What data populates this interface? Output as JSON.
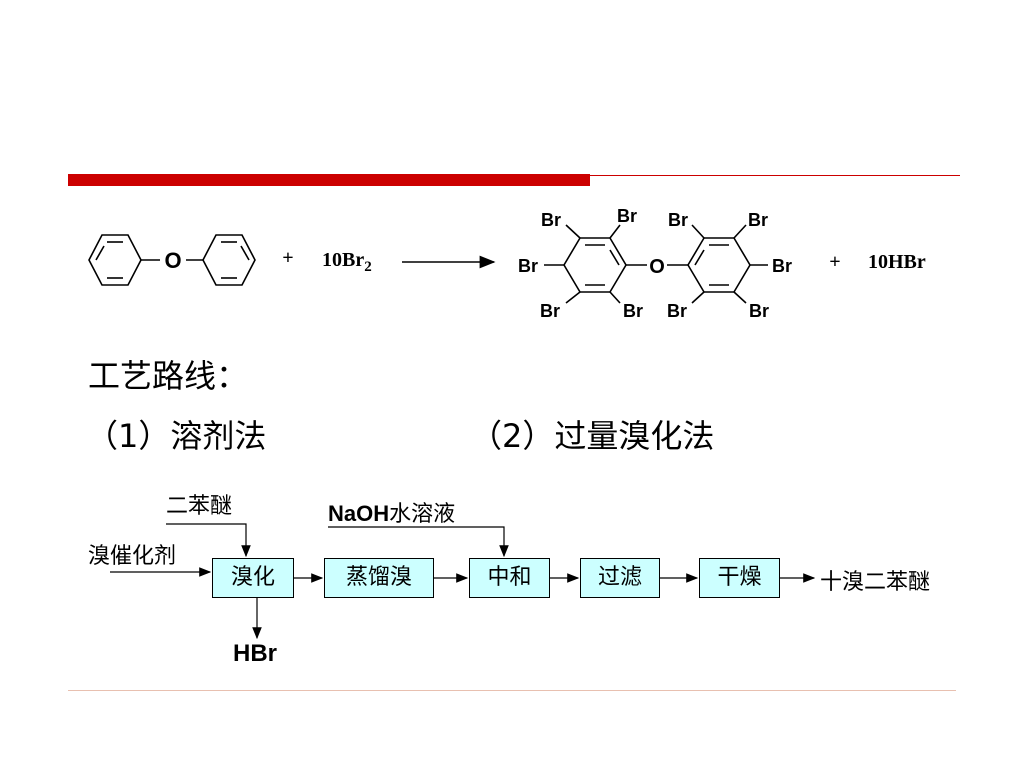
{
  "reaction": {
    "reactant_atom": "O",
    "plus1": "+",
    "reagent": "10Br",
    "reagent_sub": "2",
    "product_o": "O",
    "br": "Br",
    "plus2": "+",
    "byproduct": "10HBr"
  },
  "headings": {
    "route_title": "工艺路线：",
    "method1": "（1）溶剂法",
    "method2": "（2）过量溴化法"
  },
  "flow": {
    "input_top1": "二苯醚",
    "input_left": "溴催化剂",
    "input_top2_latin": "NaOH",
    "input_top2_cn": "水溶液",
    "steps": [
      "溴化",
      "蒸馏溴",
      "中和",
      "过滤",
      "干燥"
    ],
    "output": "十溴二苯醚",
    "byproduct": "HBr"
  }
}
